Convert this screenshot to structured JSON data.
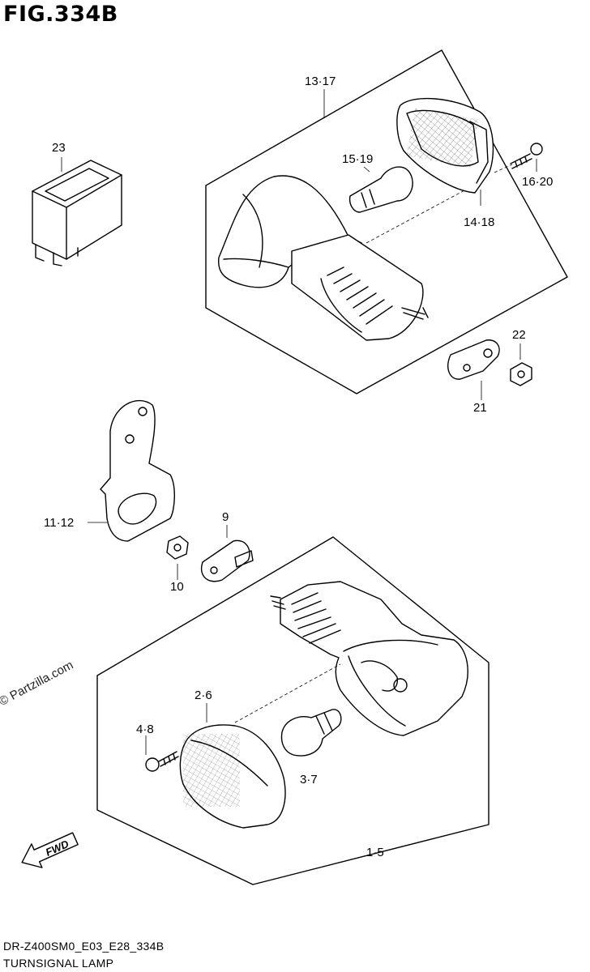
{
  "figure": {
    "title": "FIG.334B",
    "drawing_code": "DR-Z400SM0_E03_E28_334B",
    "drawing_name": "TURNSIGNAL LAMP"
  },
  "watermark": "© Partzilla.com",
  "direction_marker": "FWD",
  "part_labels": {
    "rear_lamp_assembly": "13·17",
    "relay": "23",
    "bulb_upper": "15·19",
    "screw_upper": "16·20",
    "lens_upper": "14·18",
    "cushion": "21",
    "nut": "22",
    "bracket": "11·12",
    "plate": "9",
    "washer": "10",
    "lens_lower": "2·6",
    "screw_lower": "4·8",
    "bulb_lower": "3·7",
    "front_lamp_assembly": "1·5"
  }
}
